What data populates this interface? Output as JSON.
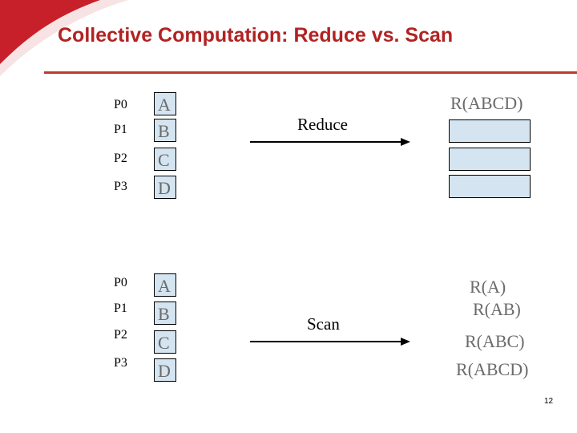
{
  "slide": {
    "title": "Collective Computation: Reduce vs. Scan",
    "page_number": "12",
    "accent_color": "#c0392b"
  },
  "reduce": {
    "processes": [
      "P0",
      "P1",
      "P2",
      "P3"
    ],
    "inputs": [
      "A",
      "B",
      "C",
      "D"
    ],
    "operation": "Reduce",
    "results": [
      "R(ABCD)",
      "",
      "",
      ""
    ]
  },
  "scan": {
    "processes": [
      "P0",
      "P1",
      "P2",
      "P3"
    ],
    "inputs": [
      "A",
      "B",
      "C",
      "D"
    ],
    "operation": "Scan",
    "results": [
      "R(A)",
      "R(AB)",
      "R(ABC)",
      "R(ABCD)"
    ]
  }
}
